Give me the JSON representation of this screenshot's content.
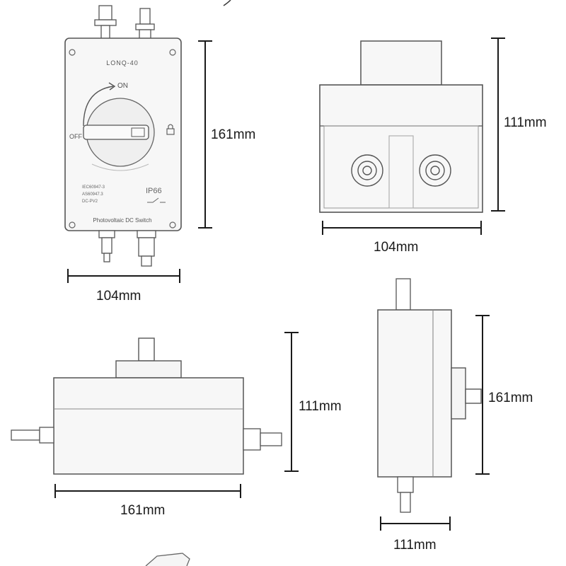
{
  "front_view": {
    "model_label": "LONQ-40",
    "on_label": "ON",
    "off_label": "OFF",
    "spec_lines": [
      "IEC60947-3",
      "AS60947.3",
      "DC-PV2"
    ],
    "ip_rating": "IP66",
    "product_name": "Photovoltaic DC Switch",
    "height_label": "161mm",
    "width_label": "104mm"
  },
  "top_view": {
    "height_label": "111mm",
    "width_label": "104mm"
  },
  "side_view_horizontal": {
    "height_label": "111mm",
    "width_label": "161mm"
  },
  "side_view_vertical": {
    "height_label": "161mm",
    "width_label": "111mm"
  },
  "colors": {
    "line": "#3a3a3a",
    "body_fill": "#f7f7f7",
    "dark_fill": "#4a4a4a"
  }
}
